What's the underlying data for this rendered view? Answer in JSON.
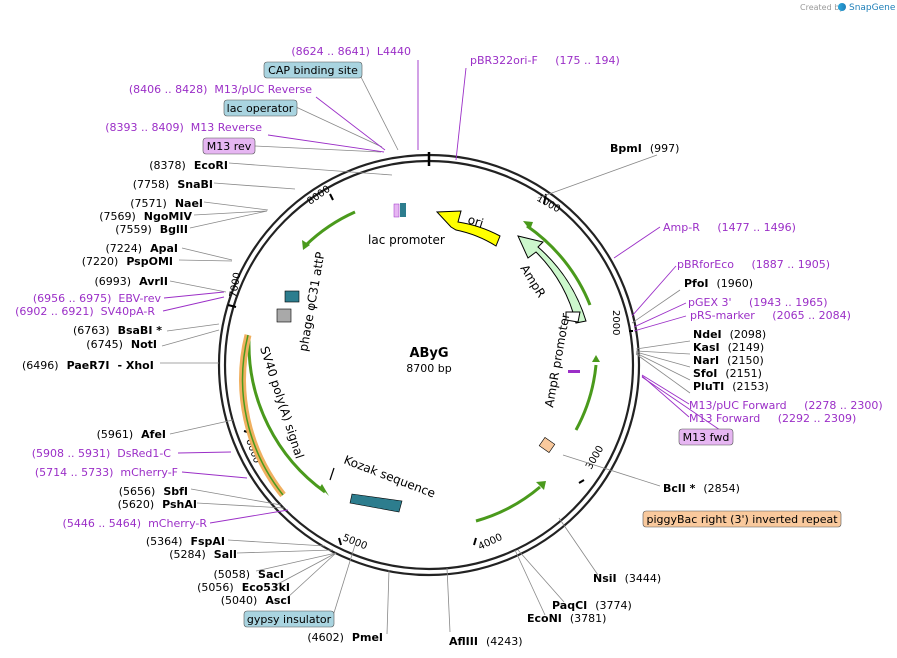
{
  "credit": {
    "prefix": "Created by",
    "logo_text": "SnapGene"
  },
  "plasmid": {
    "name": "AByG",
    "length_label": "8700 bp",
    "length": 8700
  },
  "ticks": [
    "1000",
    "2000",
    "3000",
    "4000",
    "5000",
    "6000",
    "7000",
    "8000"
  ],
  "features": [
    {
      "label": "ori"
    },
    {
      "label": "AmpR"
    },
    {
      "label": "AmpR promoter"
    },
    {
      "label": "lac promoter"
    },
    {
      "label": "phage φC31 attP"
    },
    {
      "label": "SV40 poly(A) signal"
    },
    {
      "label": "Kozak sequence"
    }
  ],
  "sites": [
    {
      "pos": "(997)",
      "name": "BpmI"
    },
    {
      "pos": "(1960)",
      "name": "PfoI"
    },
    {
      "pos": "(2098)",
      "name": "NdeI"
    },
    {
      "pos": "(2149)",
      "name": "KasI"
    },
    {
      "pos": "(2150)",
      "name": "NarI"
    },
    {
      "pos": "(2151)",
      "name": "SfoI"
    },
    {
      "pos": "(2153)",
      "name": "PluTI"
    },
    {
      "pos": "(2854)",
      "name": "BclI *"
    },
    {
      "pos": "(3444)",
      "name": "NsiI"
    },
    {
      "pos": "(3774)",
      "name": "PaqCI"
    },
    {
      "pos": "(3781)",
      "name": "EcoNI"
    },
    {
      "pos": "(4243)",
      "name": "AflIII"
    },
    {
      "pos": "(4602)",
      "name": "PmeI"
    },
    {
      "pos": "(5040)",
      "name": "AscI"
    },
    {
      "pos": "(5056)",
      "name": "Eco53kI"
    },
    {
      "pos": "(5058)",
      "name": "SacI"
    },
    {
      "pos": "(5284)",
      "name": "SalI"
    },
    {
      "pos": "(5364)",
      "name": "FspAI"
    },
    {
      "pos": "(5620)",
      "name": "PshAI"
    },
    {
      "pos": "(5656)",
      "name": "SbfI"
    },
    {
      "pos": "(5961)",
      "name": "AfeI"
    },
    {
      "pos": "(6496)",
      "name": "PaeR7I"
    },
    {
      "pos": "",
      "name": "- XhoI"
    },
    {
      "pos": "(6745)",
      "name": "NotI"
    },
    {
      "pos": "(6763)",
      "name": "BsaBI *"
    },
    {
      "pos": "(6993)",
      "name": "AvrII"
    },
    {
      "pos": "(7220)",
      "name": "PspOMI"
    },
    {
      "pos": "(7224)",
      "name": "ApaI"
    },
    {
      "pos": "(7559)",
      "name": "BglII"
    },
    {
      "pos": "(7569)",
      "name": "NgoMIV"
    },
    {
      "pos": "(7571)",
      "name": "NaeI"
    },
    {
      "pos": "(7758)",
      "name": "SnaBI"
    },
    {
      "pos": "(8378)",
      "name": "EcoRI"
    }
  ],
  "primers": [
    {
      "text": "(8624 .. 8641)  L4440"
    },
    {
      "text": "pBR322ori-F     (175 .. 194)"
    },
    {
      "text": "(8406 .. 8428)  M13/pUC Reverse"
    },
    {
      "text": "(8393 .. 8409)  M13 Reverse"
    },
    {
      "text": "Amp-R     (1477 .. 1496)"
    },
    {
      "text": "pBRforEco     (1887 .. 1905)"
    },
    {
      "text": "pGEX 3'     (1943 .. 1965)"
    },
    {
      "text": "pRS-marker     (2065 .. 2084)"
    },
    {
      "text": "M13/pUC Forward     (2278 .. 2300)"
    },
    {
      "text": "M13 Forward     (2292 .. 2309)"
    },
    {
      "text": "(6956 .. 6975)  EBV-rev"
    },
    {
      "text": "(6902 .. 6921)  SV40pA-R"
    },
    {
      "text": "(5908 .. 5931)  DsRed1-C"
    },
    {
      "text": "(5714 .. 5733)  mCherry-F"
    },
    {
      "text": "(5446 .. 5464)  mCherry-R"
    }
  ],
  "boxed_labels": [
    {
      "text": "CAP binding site",
      "color": "#a9d4e0"
    },
    {
      "text": "lac operator",
      "color": "#a9d4e0"
    },
    {
      "text": "M13 rev",
      "color": "#e6b6f2"
    },
    {
      "text": "M13 fwd",
      "color": "#e6b6f2"
    },
    {
      "text": "piggyBac right (3') inverted repeat",
      "color": "#f9c99d"
    },
    {
      "text": "gypsy insulator",
      "color": "#a9d4e0"
    }
  ],
  "colors": {
    "primer": "#9b2fc7",
    "green_arrow": "#4a9a1c",
    "ori": "#ffff00",
    "ampr": "#ccf7cc",
    "teal": "#2d7d8e",
    "piggybac": "#f9c99d"
  }
}
